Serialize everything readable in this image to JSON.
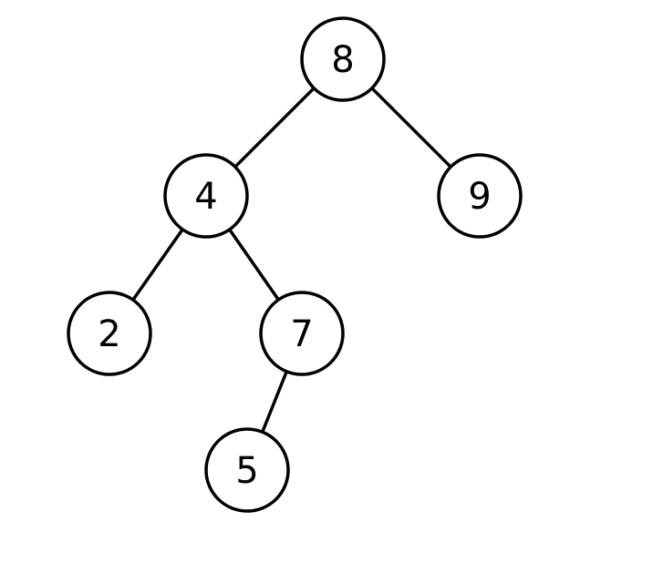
{
  "tree": {
    "nodes": [
      {
        "id": "n8",
        "label": "8"
      },
      {
        "id": "n4",
        "label": "4"
      },
      {
        "id": "n9",
        "label": "9"
      },
      {
        "id": "n2",
        "label": "2"
      },
      {
        "id": "n7",
        "label": "7"
      },
      {
        "id": "n5",
        "label": "5"
      }
    ],
    "edges": [
      {
        "from": "n8",
        "to": "n4"
      },
      {
        "from": "n8",
        "to": "n9"
      },
      {
        "from": "n4",
        "to": "n2"
      },
      {
        "from": "n4",
        "to": "n7"
      },
      {
        "from": "n7",
        "to": "n5"
      }
    ]
  }
}
